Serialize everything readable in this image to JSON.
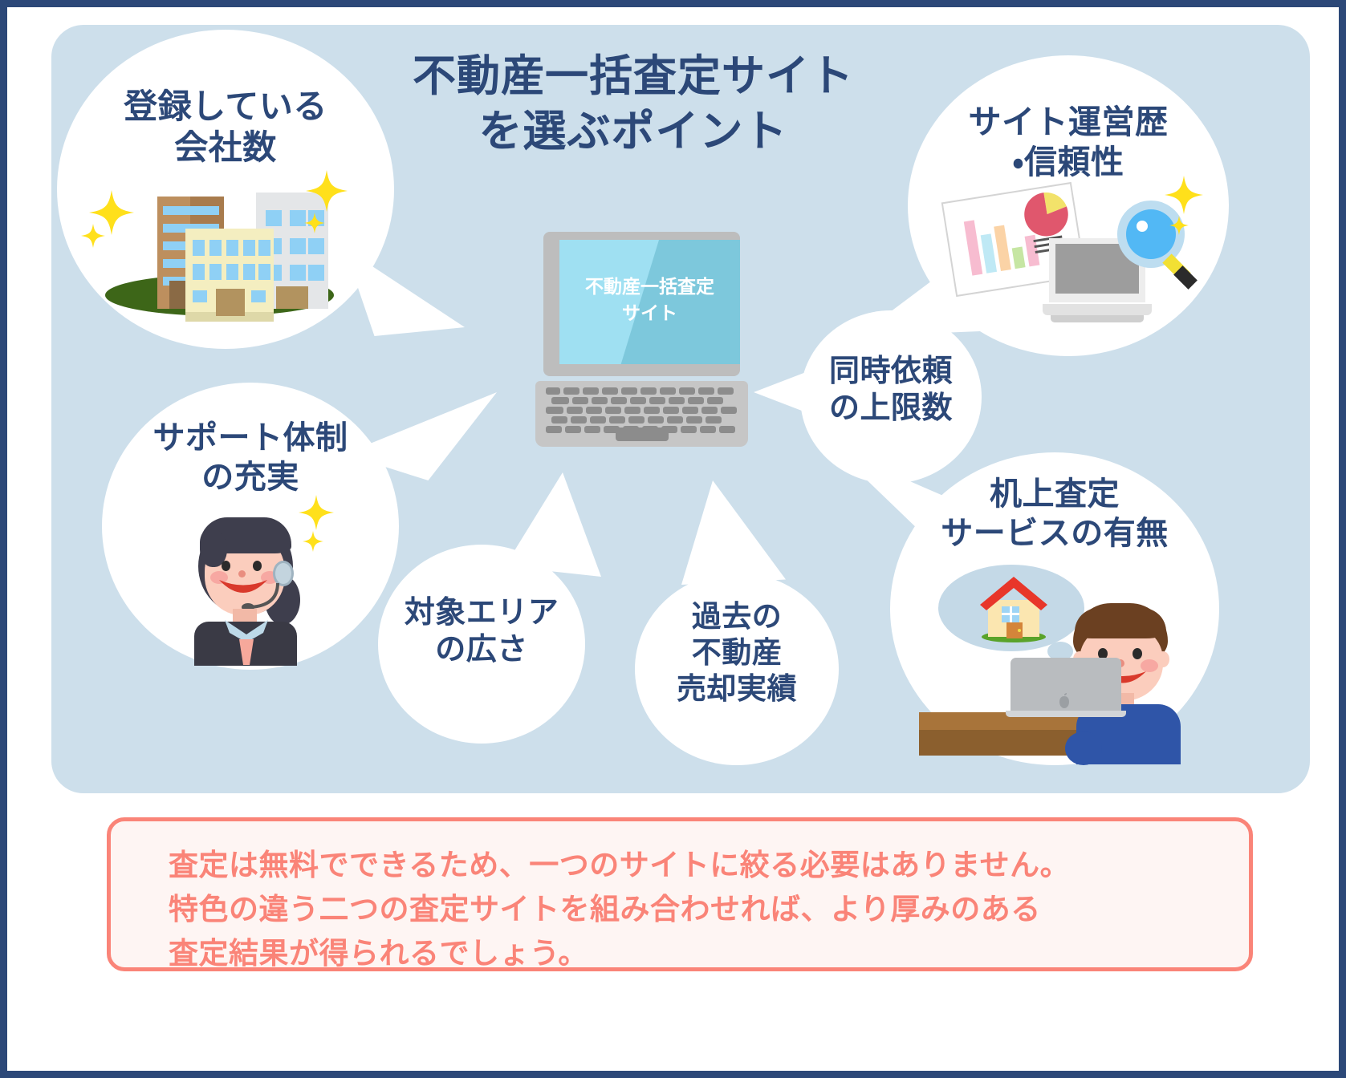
{
  "colors": {
    "frame_border": "#2c4878",
    "panel_bg": "#cddfeb",
    "bubble_bg": "#ffffff",
    "heading_navy": "#2c4878",
    "note_border": "#fa8478",
    "note_bg": "#fef5f3",
    "note_text": "#fa8478",
    "sparkle_yellow": "#ffe01b",
    "laptop_screen": "#9fe0f2"
  },
  "title": "不動産一括査定サイト\nを選ぶポイント",
  "center": {
    "device_name": "laptop-illustration",
    "screen_text": "不動産一括査定\nサイト"
  },
  "bubbles": [
    {
      "id": "registered-companies",
      "label": "登録している\n会社数",
      "icon": "office-buildings-icon"
    },
    {
      "id": "site-history-trust",
      "label": "サイト運営歴\n・信頼性",
      "icon": "chart-laptop-magnifier-icon"
    },
    {
      "id": "simultaneous-limit",
      "label": "同時依頼\nの上限数",
      "icon": "none"
    },
    {
      "id": "support-system",
      "label": "サポート体制\nの充実",
      "icon": "headset-operator-icon"
    },
    {
      "id": "desk-appraisal",
      "label": "机上査定\nサービスの有無",
      "icon": "boy-laptop-house-icon"
    },
    {
      "id": "target-area",
      "label": "対象エリア\nの広さ",
      "icon": "none"
    },
    {
      "id": "past-sales-record",
      "label": "過去の\n不動産\n売却実績",
      "icon": "none"
    }
  ],
  "note": {
    "text": "査定は無料でできるため、一つのサイトに絞る必要はありません。\n特色の違う二つの査定サイトを組み合わせれば、より厚みのある\n査定結果が得られるでしょう。"
  }
}
